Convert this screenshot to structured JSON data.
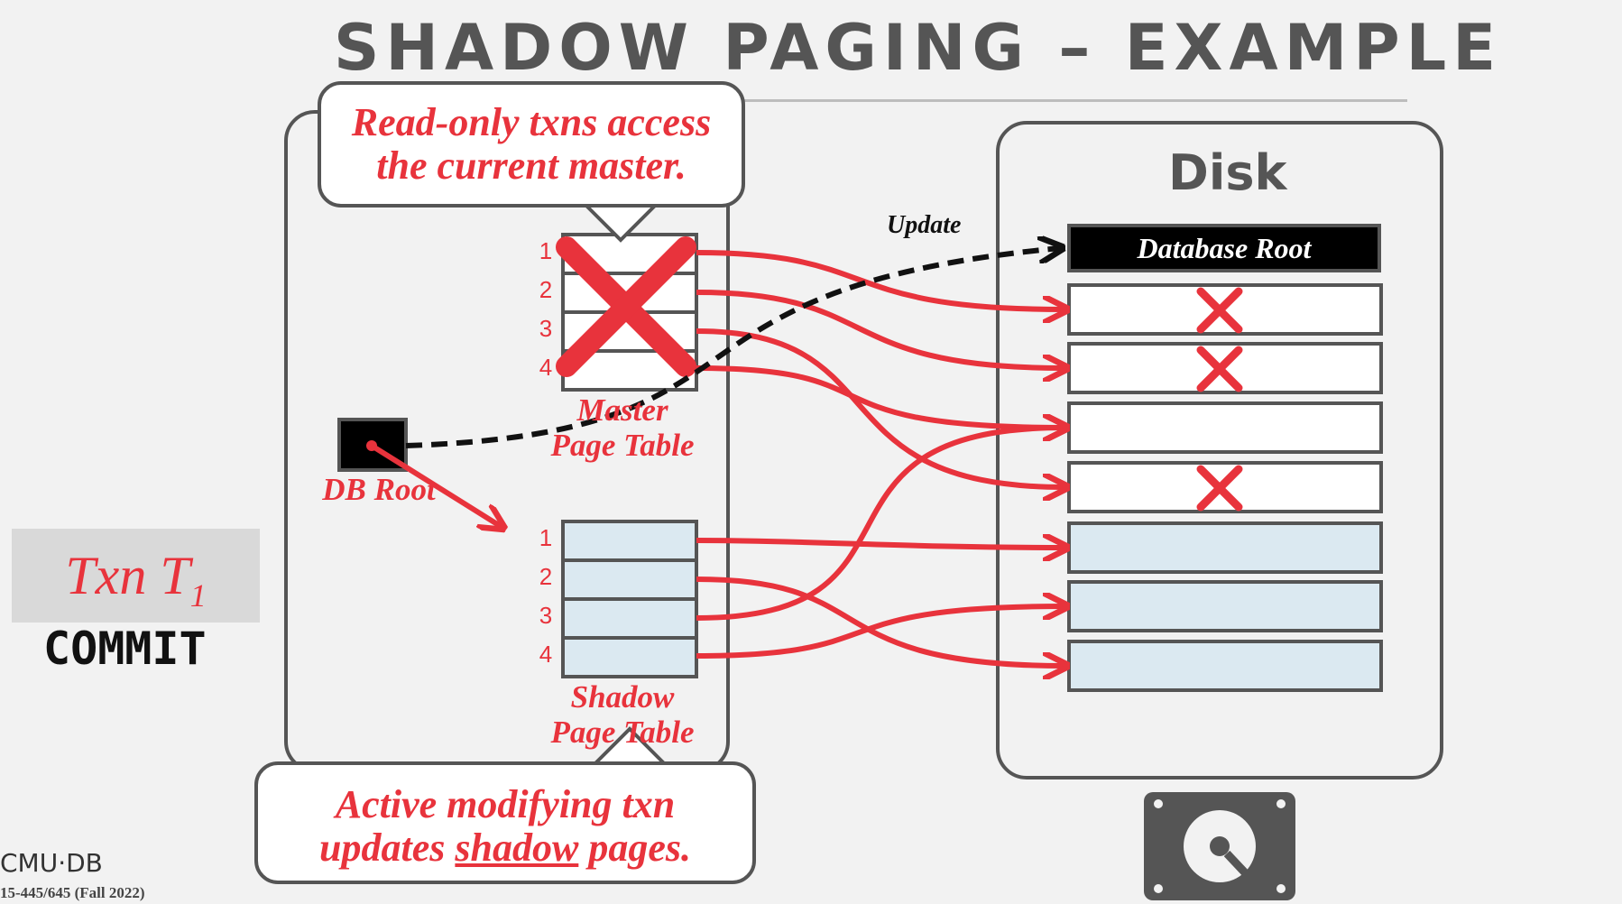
{
  "slide": {
    "title": "SHADOW PAGING – EXAMPLE",
    "bubbles": {
      "top_line1": "Read-only txns access",
      "top_line2": "the current master.",
      "bottom_line1": "Active modifying txn",
      "bottom_line2a": "updates ",
      "bottom_line2b": "shadow",
      "bottom_line2c": " pages."
    },
    "memory": {
      "master_label_1": "Master",
      "master_label_2": "Page Table",
      "shadow_label_1": "Shadow",
      "shadow_label_2": "Page Table",
      "db_root_label": "DB Root",
      "master_rows": [
        "1",
        "2",
        "3",
        "4"
      ],
      "shadow_rows": [
        "1",
        "2",
        "3",
        "4"
      ]
    },
    "disk": {
      "label": "Disk",
      "database_root": "Database Root",
      "update_label": "Update"
    },
    "txn": {
      "name": "Txn T",
      "subscript": "1",
      "status": "COMMIT"
    },
    "footer": {
      "logo": "CMU·DB",
      "course": "15-445/645 (Fall 2022)"
    },
    "colors": {
      "accent": "#e8333c",
      "frame": "#555555",
      "shadow_page": "#dbe9f1",
      "background": "#f2f2f2"
    },
    "icons": [
      "hard-disk-icon",
      "cmu-db-logo-icon",
      "cross-icon"
    ]
  }
}
